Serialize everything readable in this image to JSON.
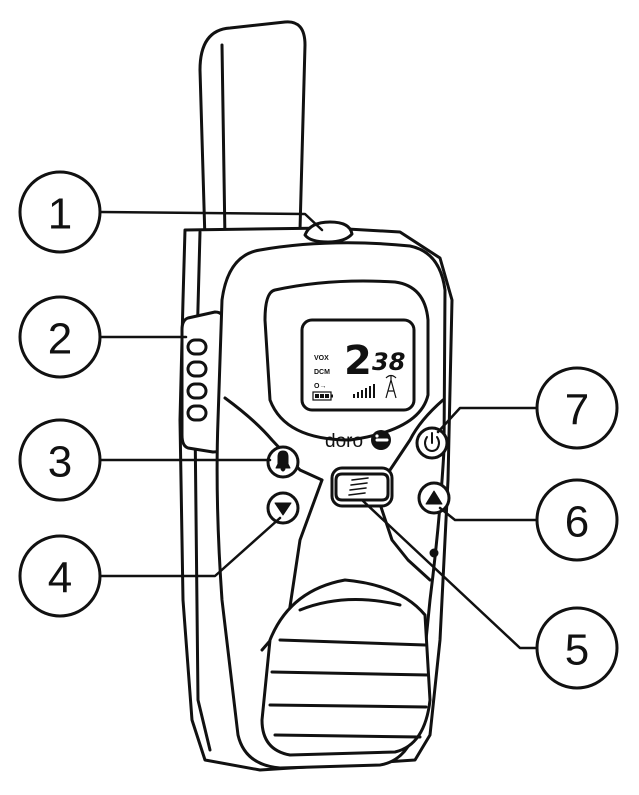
{
  "brand": {
    "name": "doro",
    "logo_icon": "doro-logo-icon"
  },
  "display": {
    "channel_first": "2",
    "channel_rest": "38",
    "indicators": {
      "vox": "VOX",
      "dcm": "DCM",
      "key": "O→"
    },
    "icons": [
      "battery-icon",
      "signal-bars-icon",
      "antenna-tower-icon"
    ]
  },
  "callouts": [
    {
      "number": "1",
      "part": "top-button"
    },
    {
      "number": "2",
      "part": "side-ptt-button"
    },
    {
      "number": "3",
      "part": "call-button"
    },
    {
      "number": "4",
      "part": "down-button"
    },
    {
      "number": "5",
      "part": "menu-button"
    },
    {
      "number": "6",
      "part": "up-button"
    },
    {
      "number": "7",
      "part": "power-button"
    }
  ],
  "colors": {
    "stroke": "#111111",
    "body": "#ffffff",
    "speaker": "#ffffff"
  }
}
